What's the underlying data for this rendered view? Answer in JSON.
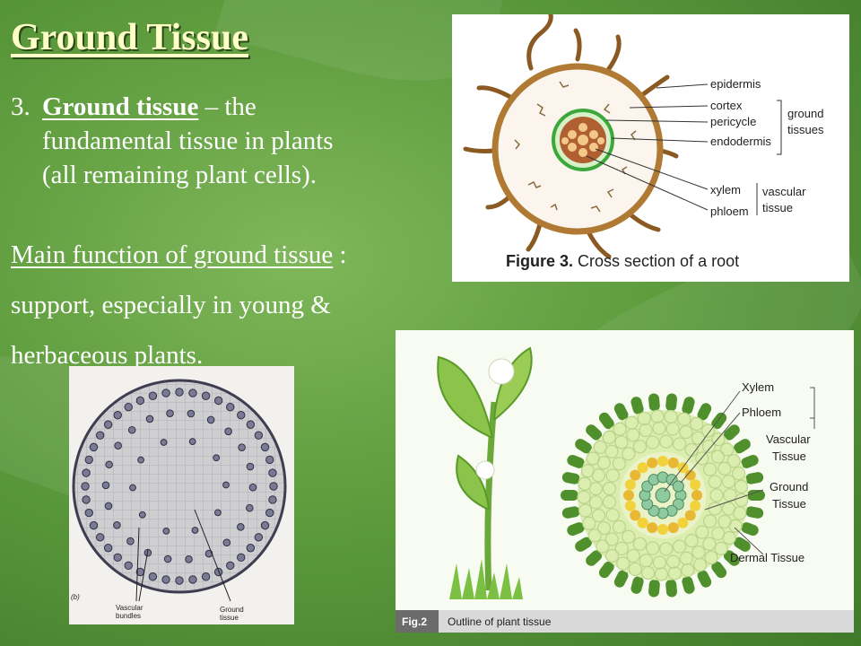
{
  "slide": {
    "title": "Ground Tissue",
    "point_number": "3.",
    "point_term": "Ground tissue",
    "point_dash": "– the",
    "point_line2": "fundamental tissue in plants",
    "point_line3": "(all remaining plant cells).",
    "function_heading": "Main function of ground tissue",
    "function_colon": " :",
    "function_line2": "support, especially in young &",
    "function_line3": "herbaceous plants."
  },
  "figure_root": {
    "labels": {
      "epidermis": "epidermis",
      "cortex": "cortex",
      "pericycle": "pericycle",
      "endodermis": "endodermis",
      "xylem": "xylem",
      "phloem": "phloem",
      "ground_line1": "ground",
      "ground_line2": "tissues",
      "vascular_line1": "vascular",
      "vascular_line2": "tissue"
    },
    "caption_bold": "Figure 3.",
    "caption_text": " Cross section of a root"
  },
  "figure_stem": {
    "panel_letter": "(b)",
    "label_vascular_1": "Vascular",
    "label_vascular_2": "bundles",
    "label_ground_1": "Ground",
    "label_ground_2": "tissue"
  },
  "figure_outline": {
    "labels": {
      "xylem": "Xylem",
      "phloem": "Phloem",
      "vascular_1": "Vascular",
      "vascular_2": "Tissue",
      "ground_1": "Ground",
      "ground_2": "Tissue",
      "dermal": "Dermal Tissue"
    },
    "fig_number": "Fig.2",
    "fig_caption": "Outline of plant tissue"
  },
  "colors": {
    "title": "#ffffc8",
    "background": "#5e9c3e",
    "root_cortex": "#c58a3c",
    "dermal_green": "#4f8f2c",
    "ground_green": "#d6e8a8",
    "xylem_yellow": "#f2d23a"
  }
}
